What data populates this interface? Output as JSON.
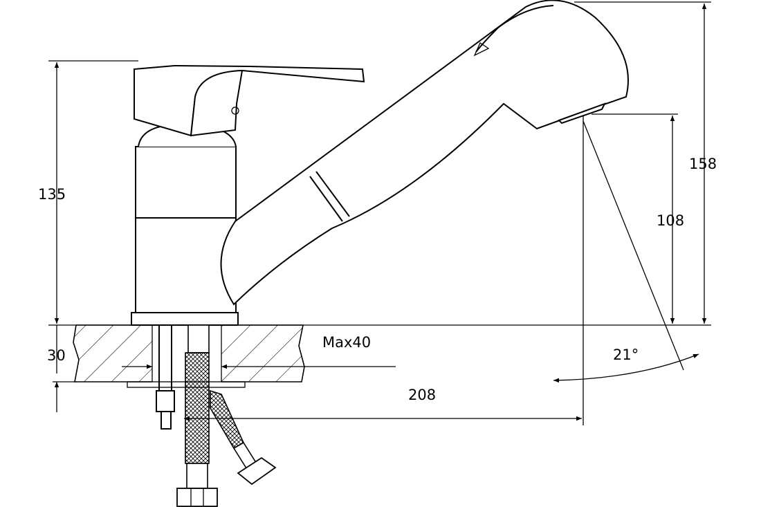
{
  "dimensions": {
    "height_total": "158",
    "height_body": "135",
    "spout_height": "108",
    "countertop_thickness": "30",
    "max_countertop": "Max40",
    "spout_reach": "208",
    "swivel_angle": "21°"
  },
  "colors": {
    "line": "#000000",
    "background": "#ffffff"
  }
}
